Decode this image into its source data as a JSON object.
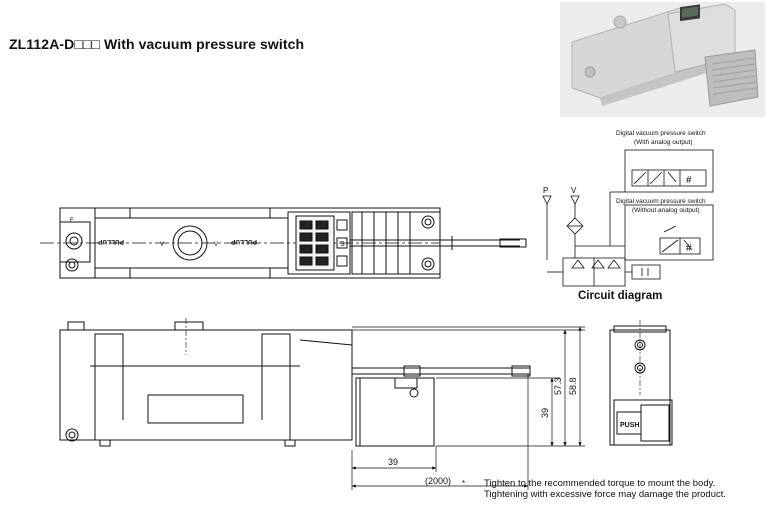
{
  "title": "ZL112A-D□□□ With vacuum pressure switch",
  "circuit": {
    "caption": "Circuit diagram",
    "port_p": "P",
    "port_v": "V",
    "switch_analog_title": "Digital vacuum pressure switch",
    "switch_analog_sub": "(With analog output)",
    "switch_no_analog_title": "Digital vacuum pressure switch",
    "switch_no_analog_sub": "(Without analog output)",
    "hash": "#"
  },
  "top_view": {
    "pullup_left": "PULLUP",
    "pullup_right": "PULLUP",
    "mark_e": "E",
    "mark_v1": "V",
    "mark_v2": "V",
    "switch_label": "S"
  },
  "side_view": {
    "dim_39_horizontal": "39",
    "dim_2000": "(2000)",
    "dim_39_vertical": "39",
    "dim_57_3": "57.3",
    "dim_58_8": "58.8"
  },
  "end_view": {
    "push_label": "PUSH"
  },
  "note": {
    "bullet": "*",
    "line1": "Tighten to the recommended torque to mount the body.",
    "line2": "Tightening with excessive force may damage the product."
  }
}
